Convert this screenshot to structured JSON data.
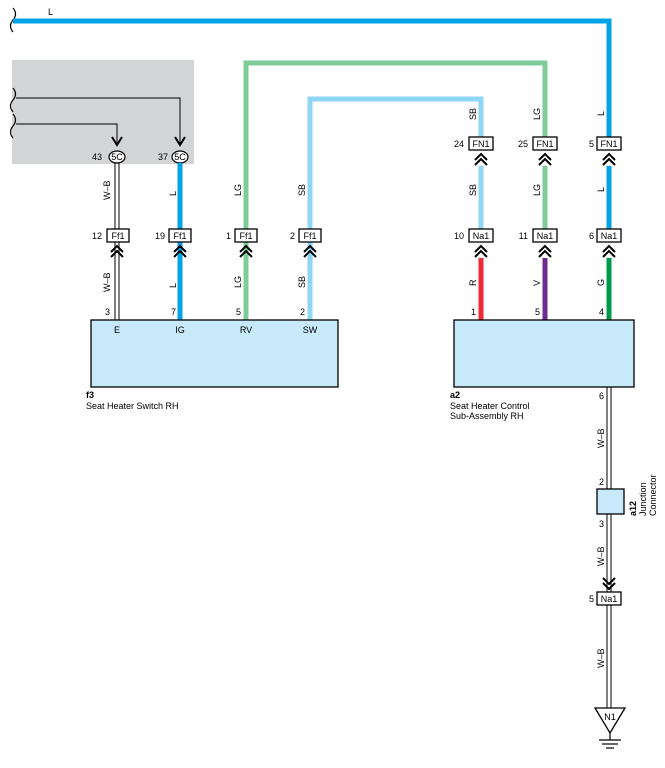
{
  "colors": {
    "L": "#00a3e6",
    "LG": "#7fcc9a",
    "SB": "#8fd6f5",
    "R": "#ee2a33",
    "V": "#6e2c90",
    "G": "#009a4b",
    "WB_outline": "#000000",
    "component_fill": "#c8e9f9",
    "shade_fill": "#d3d4d5"
  },
  "top_wire": {
    "color_code": "L"
  },
  "components": {
    "f3": {
      "code": "f3",
      "name": "Seat Heater Switch RH"
    },
    "a2": {
      "code": "a2",
      "name_line1": "Seat Heater Control",
      "name_line2": "Sub-Assembly RH"
    },
    "a12": {
      "code": "a12",
      "name_line1": "Junction",
      "name_line2": "Connector"
    },
    "ground": {
      "code": "N1"
    }
  },
  "switch_pins": {
    "E": {
      "pin": "3",
      "label": "E"
    },
    "IG": {
      "pin": "7",
      "label": "IG"
    },
    "RV": {
      "pin": "5",
      "label": "RV"
    },
    "SW": {
      "pin": "2",
      "label": "SW"
    }
  },
  "control_pins": {
    "p1": {
      "pin": "1"
    },
    "p5": {
      "pin": "5"
    },
    "p4": {
      "pin": "4"
    },
    "p6": {
      "pin": "6"
    }
  },
  "junction_pins": {
    "top": "2",
    "bottom": "3"
  },
  "left_section": {
    "oval_connectors": [
      {
        "pin": "43",
        "code": "5C"
      },
      {
        "pin": "37",
        "code": "5C"
      }
    ],
    "switch_connectors": [
      {
        "pin": "12",
        "code": "Ff1"
      },
      {
        "pin": "19",
        "code": "Ff1"
      },
      {
        "pin": "1",
        "code": "Ff1"
      },
      {
        "pin": "2",
        "code": "Ff1"
      }
    ],
    "wire_labels_upper": [
      "W–B",
      "L",
      "LG",
      "SB"
    ],
    "wire_labels_lower": [
      "W–B",
      "L",
      "LG",
      "SB"
    ]
  },
  "right_section": {
    "fn_connectors": [
      {
        "pin": "24",
        "code": "FN1"
      },
      {
        "pin": "25",
        "code": "FN1"
      },
      {
        "pin": "5",
        "code": "FN1"
      }
    ],
    "na_connectors": [
      {
        "pin": "10",
        "code": "Na1"
      },
      {
        "pin": "11",
        "code": "Na1"
      },
      {
        "pin": "6",
        "code": "Na1"
      }
    ],
    "wire_labels_top": [
      "SB",
      "LG",
      "L"
    ],
    "wire_labels_mid": [
      "SB",
      "LG",
      "L"
    ],
    "wire_labels_low": [
      "R",
      "V",
      "G"
    ]
  },
  "ground_path": {
    "na_connector": {
      "pin": "5",
      "code": "Na1"
    },
    "wire_labels": [
      "W–B",
      "W–B",
      "W–B"
    ]
  }
}
